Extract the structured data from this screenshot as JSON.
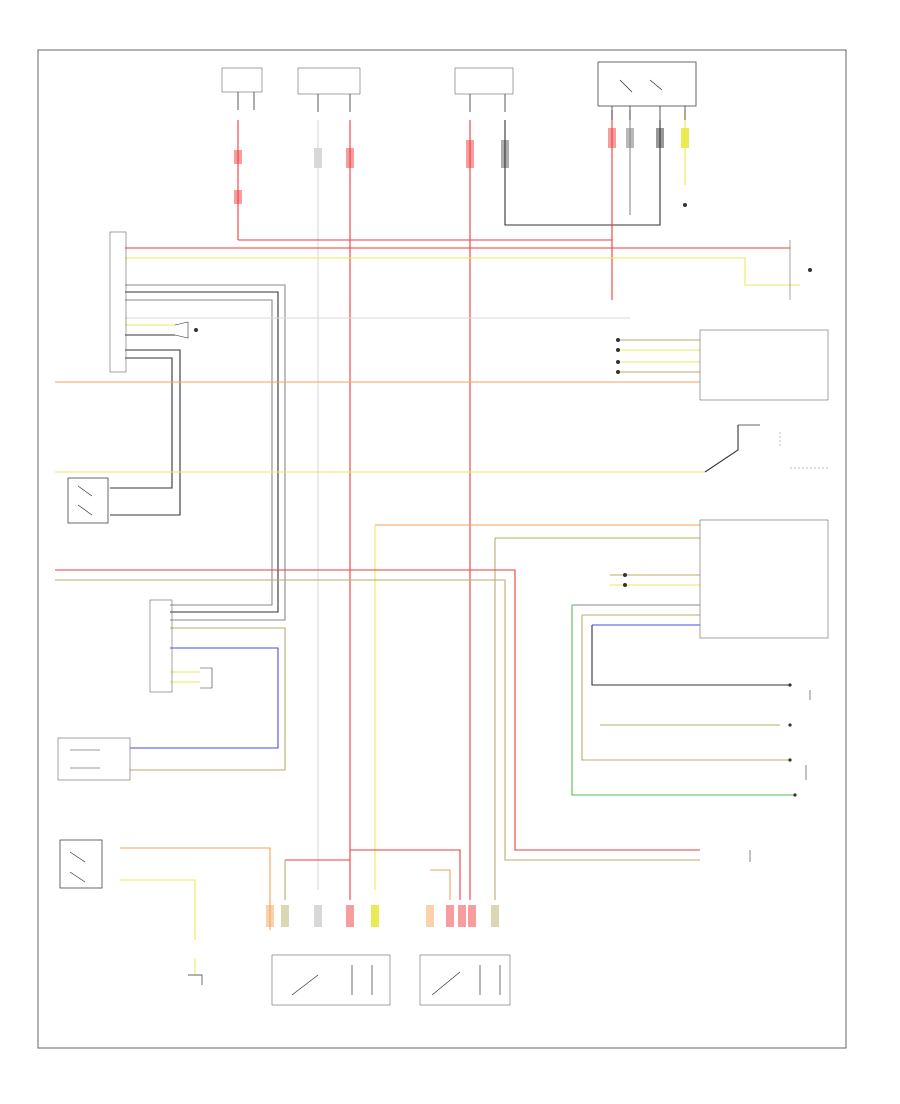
{
  "diagram": {
    "page_label": "",
    "colors": {
      "red": "#ef3b3b",
      "pink": "#f49a9a",
      "orange": "#f3a35c",
      "yellow": "#eaea55",
      "olive": "#b7ad6a",
      "tan": "#d7c69a",
      "black": "#333333",
      "gray": "#8a8a8a",
      "blue": "#4a4ae8",
      "green": "#4ec04e",
      "white": "#d8d8d8"
    },
    "fuses": [
      {
        "id": "fuse-1",
        "label": ""
      },
      {
        "id": "fuse-2",
        "label": ""
      },
      {
        "id": "fuse-3",
        "label": ""
      },
      {
        "id": "relay",
        "label": ""
      }
    ],
    "components": [
      {
        "id": "rear-control-unit",
        "label": ""
      },
      {
        "id": "module-right-top",
        "label": ""
      },
      {
        "id": "connector-right",
        "label": ""
      },
      {
        "id": "rear-right-sensor",
        "label": ""
      },
      {
        "id": "parking-control",
        "label": ""
      },
      {
        "id": "left-sensor",
        "label": ""
      },
      {
        "id": "ground-left",
        "label": ""
      },
      {
        "id": "sensor-1",
        "label": ""
      },
      {
        "id": "sensor-2",
        "label": ""
      },
      {
        "id": "right-module",
        "label": ""
      }
    ]
  }
}
